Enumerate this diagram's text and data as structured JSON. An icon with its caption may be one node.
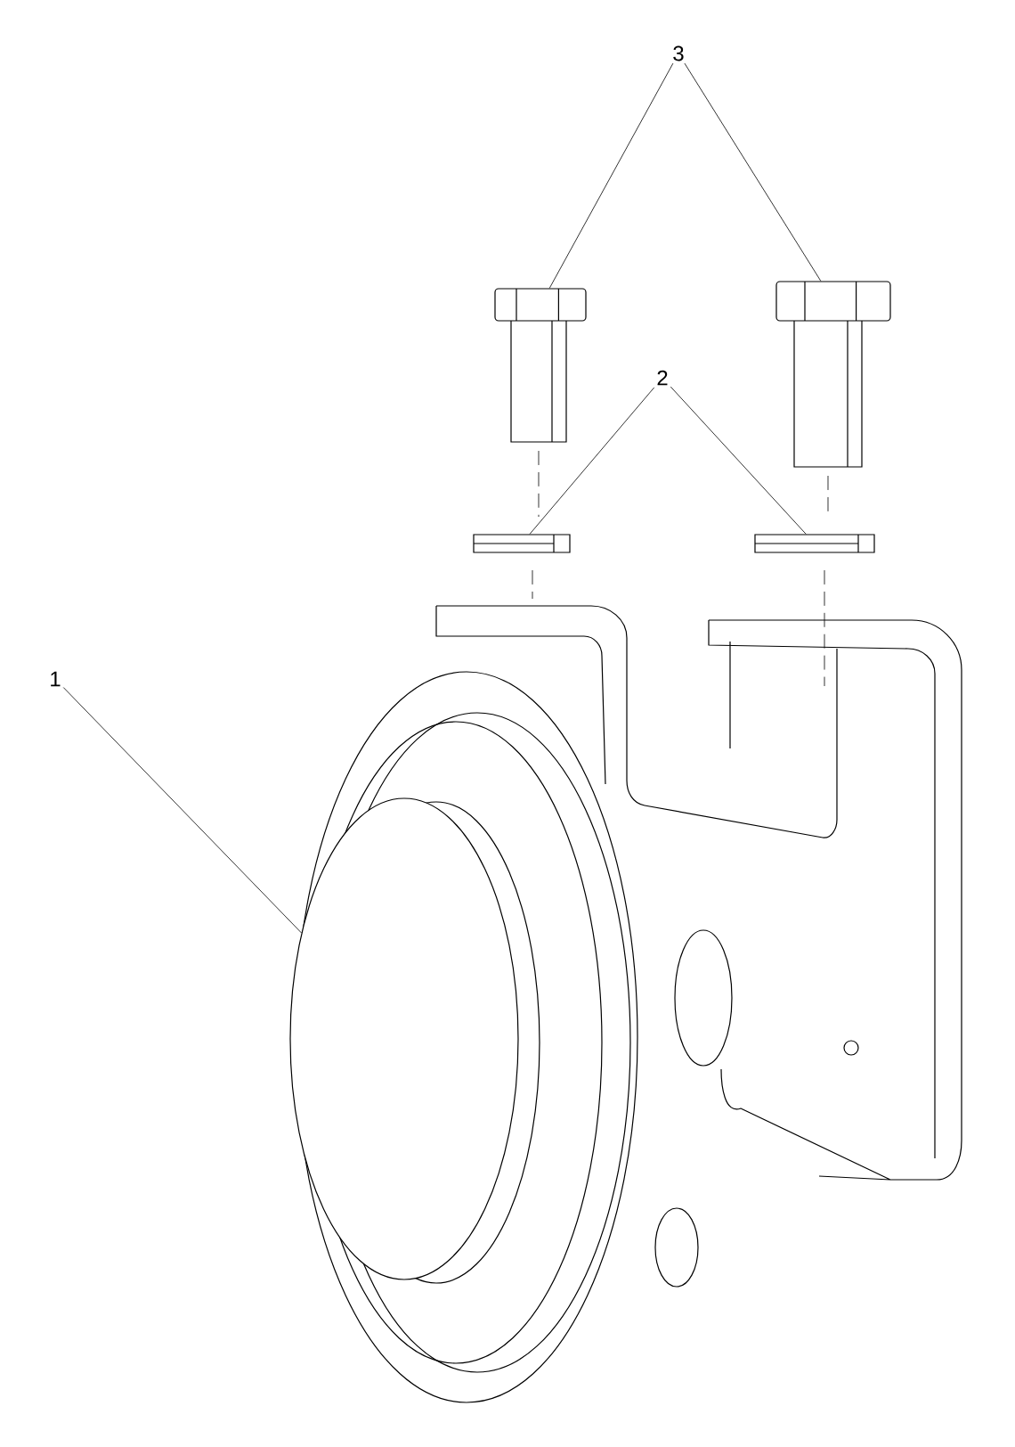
{
  "diagram": {
    "nodes": [
      {
        "text": [
          "3"
        ]
      },
      {
        "text": [],
        "shape": "picture"
      },
      {
        "text": [],
        "shape": "picture"
      },
      {
        "text": [
          "2"
        ]
      },
      {
        "text": [],
        "shape": "picture"
      },
      {
        "text": [],
        "shape": "picture"
      },
      {
        "text": [
          "1"
        ]
      },
      {
        "text": [],
        "shape": "picture"
      }
    ],
    "edges": [
      {
        "from": 0,
        "to": 1,
        "arrow": "none"
      },
      {
        "from": 0,
        "to": 2,
        "arrow": "none"
      },
      {
        "from": 3,
        "to": 4,
        "arrow": "none"
      },
      {
        "from": 3,
        "to": 5,
        "arrow": "none"
      },
      {
        "from": 6,
        "to": 7,
        "arrow": "none"
      }
    ]
  }
}
